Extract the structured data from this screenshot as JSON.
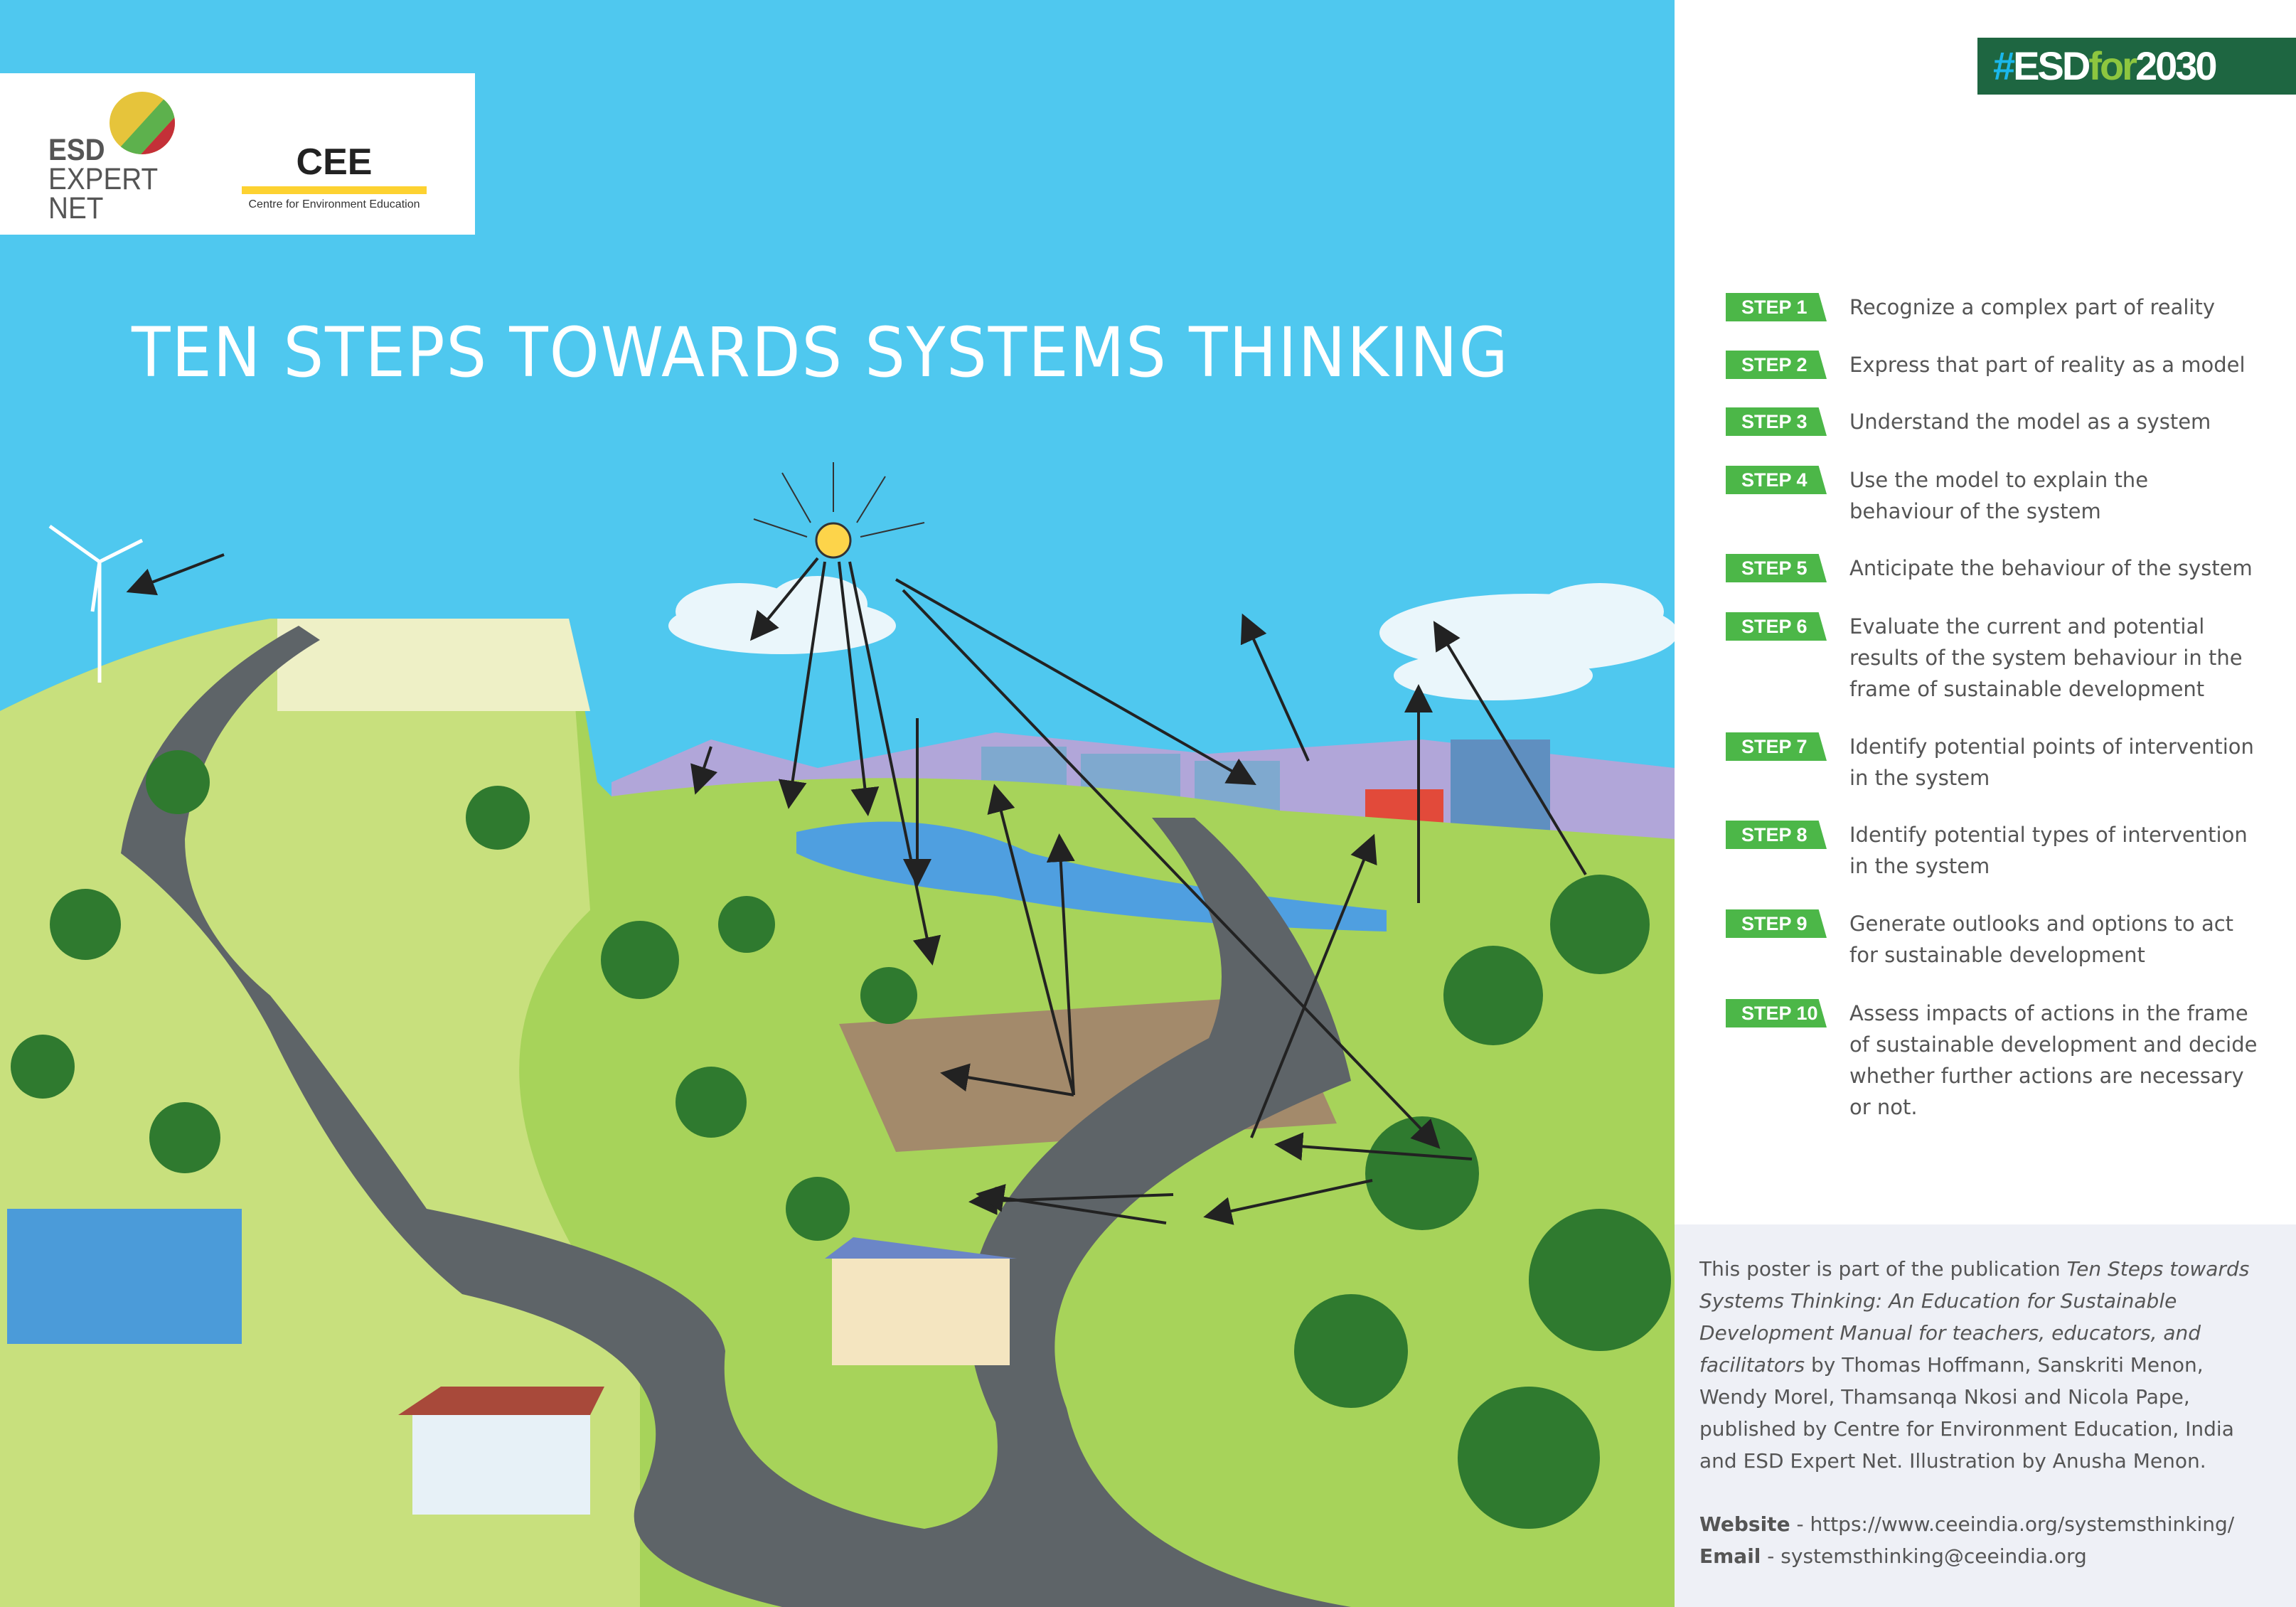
{
  "logos": {
    "esd": {
      "line1": "ESD",
      "line2": "EXPERT",
      "line3": "NET"
    },
    "cee": {
      "name": "CEE",
      "subtitle": "Centre for Environment Education"
    }
  },
  "title": "TEN STEPS TOWARDS SYSTEMS THINKING",
  "hashtag": {
    "hash": "#",
    "part1": "ESD",
    "part2": "for",
    "part3": "2030"
  },
  "colors": {
    "sky": "#4fc8ef",
    "step_badge": "#4cb748",
    "hashtag_bg": "#1e6641",
    "footer_bg": "#eef0f6"
  },
  "steps": [
    {
      "label": "STEP 1",
      "text": "Recognize a complex part of reality"
    },
    {
      "label": "STEP 2",
      "text": "Express that part of reality as a model"
    },
    {
      "label": "STEP 3",
      "text": "Understand the model as a system"
    },
    {
      "label": "STEP 4",
      "text": "Use the model to explain the behaviour of the system"
    },
    {
      "label": "STEP 5",
      "text": "Anticipate the behaviour of the system"
    },
    {
      "label": "STEP 6",
      "text": "Evaluate the current and potential results of the system behaviour in the frame of sustainable development"
    },
    {
      "label": "STEP 7",
      "text": "Identify potential points of intervention in the system"
    },
    {
      "label": "STEP 8",
      "text": "Identify potential types of intervention in the system"
    },
    {
      "label": "STEP 9",
      "text": "Generate outlooks and options to act for sustainable development"
    },
    {
      "label": "STEP 10",
      "text": "Assess impacts of actions in the frame of sustainable development and decide whether further actions are necessary or not."
    }
  ],
  "footer": {
    "intro": "This poster is part of the publication ",
    "book_title": "Ten Steps towards Systems Thinking: An Education for Sustainable Development Manual for teachers, educators, and facilitators",
    "credits": " by Thomas Hoffmann, Sanskriti Menon, Wendy Morel, Thamsanqa Nkosi and Nicola Pape, published by Centre for Environment Education, India and ESD Expert Net. Illustration by Anusha Menon.",
    "website_label": "Website",
    "website": " - https://www.ceeindia.org/systemsthinking/",
    "email_label": "Email",
    "email": " - systemsthinking@ceeindia.org"
  }
}
